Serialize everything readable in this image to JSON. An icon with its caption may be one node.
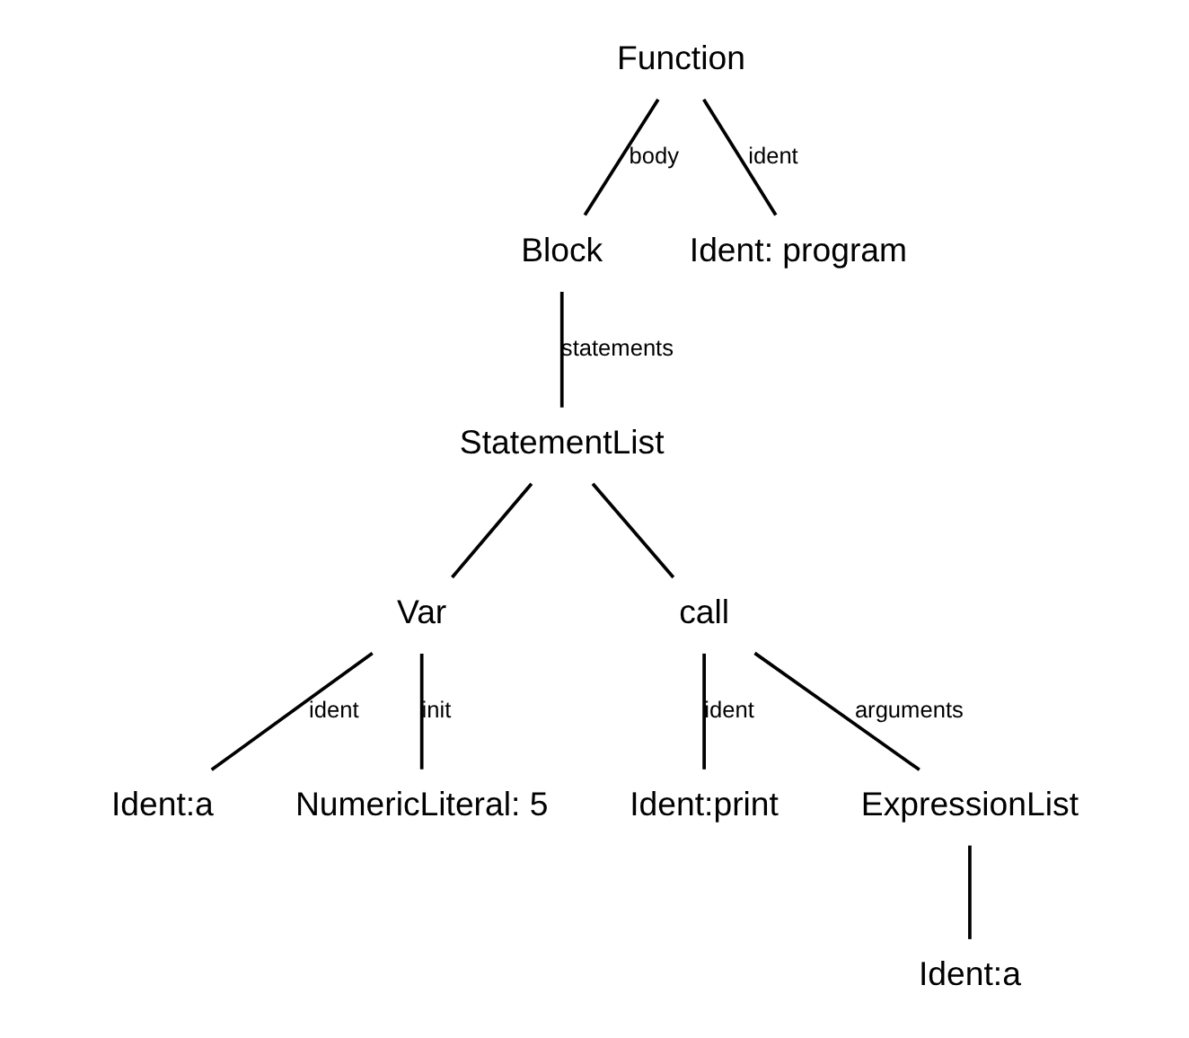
{
  "diagram": {
    "nodes": [
      {
        "text": [
          "Function"
        ]
      },
      {
        "text": [
          "Block"
        ]
      },
      {
        "text": [
          "Ident: program"
        ]
      },
      {
        "text": [
          "StatementList"
        ]
      },
      {
        "text": [
          "Var"
        ]
      },
      {
        "text": [
          "call"
        ]
      },
      {
        "text": [
          "Ident:a"
        ]
      },
      {
        "text": [
          "NumericLiteral: 5"
        ]
      },
      {
        "text": [
          "Ident:print"
        ]
      },
      {
        "text": [
          "ExpressionList"
        ]
      },
      {
        "text": [
          "Ident:a"
        ]
      }
    ],
    "edges": [
      {
        "from": 0,
        "to": 1,
        "arrow": "none",
        "label": "body"
      },
      {
        "from": 0,
        "to": 2,
        "arrow": "none",
        "label": "ident"
      },
      {
        "from": 1,
        "to": 3,
        "arrow": "none",
        "label": "statements"
      },
      {
        "from": 3,
        "to": 4,
        "arrow": "none"
      },
      {
        "from": 3,
        "to": 5,
        "arrow": "none"
      },
      {
        "from": 4,
        "to": 6,
        "arrow": "none",
        "label": "ident"
      },
      {
        "from": 4,
        "to": 7,
        "arrow": "none",
        "label": "init"
      },
      {
        "from": 5,
        "to": 8,
        "arrow": "none",
        "label": "ident"
      },
      {
        "from": 5,
        "to": 9,
        "arrow": "none",
        "label": "arguments"
      },
      {
        "from": 9,
        "to": 10,
        "arrow": "none"
      }
    ]
  }
}
